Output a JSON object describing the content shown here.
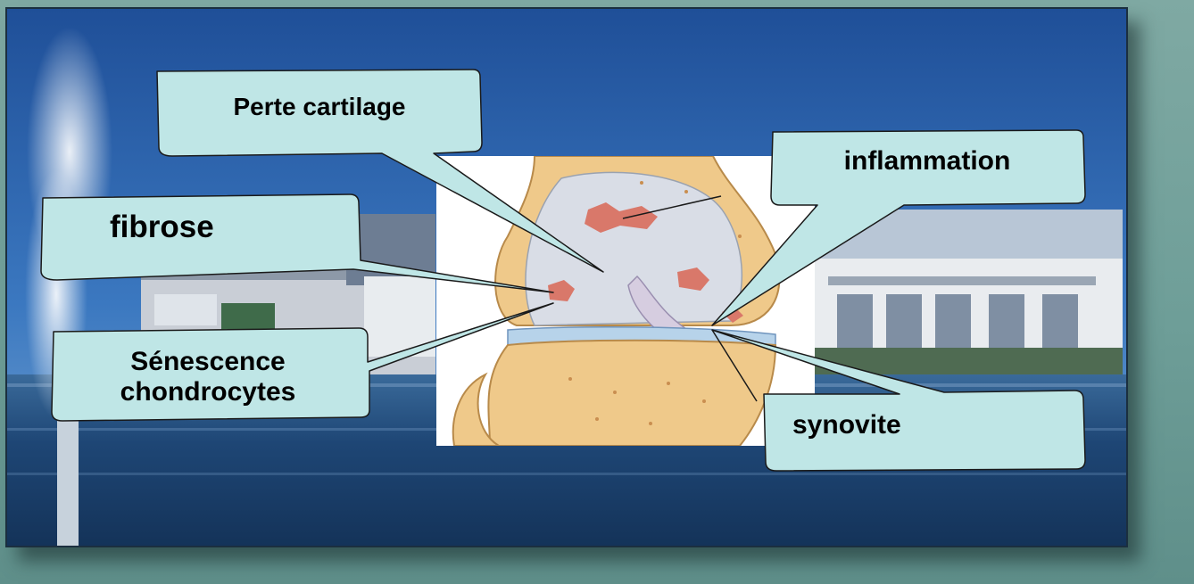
{
  "callouts": {
    "perte_cartilage": "Perte cartilage",
    "inflammation": "inflammation",
    "fibrose": "fibrose",
    "senescence_line1": "Sénescence",
    "senescence_line2": "chondrocytes",
    "synovite": "synovite"
  },
  "colors": {
    "callout_fill": "#bfe6e6",
    "callout_stroke": "#1a1a1a",
    "sky": "#2d63a8",
    "water": "#1b3f6e",
    "bone": "#efc98a",
    "cartilage": "#d9dde6",
    "lesion": "#d9786a"
  }
}
